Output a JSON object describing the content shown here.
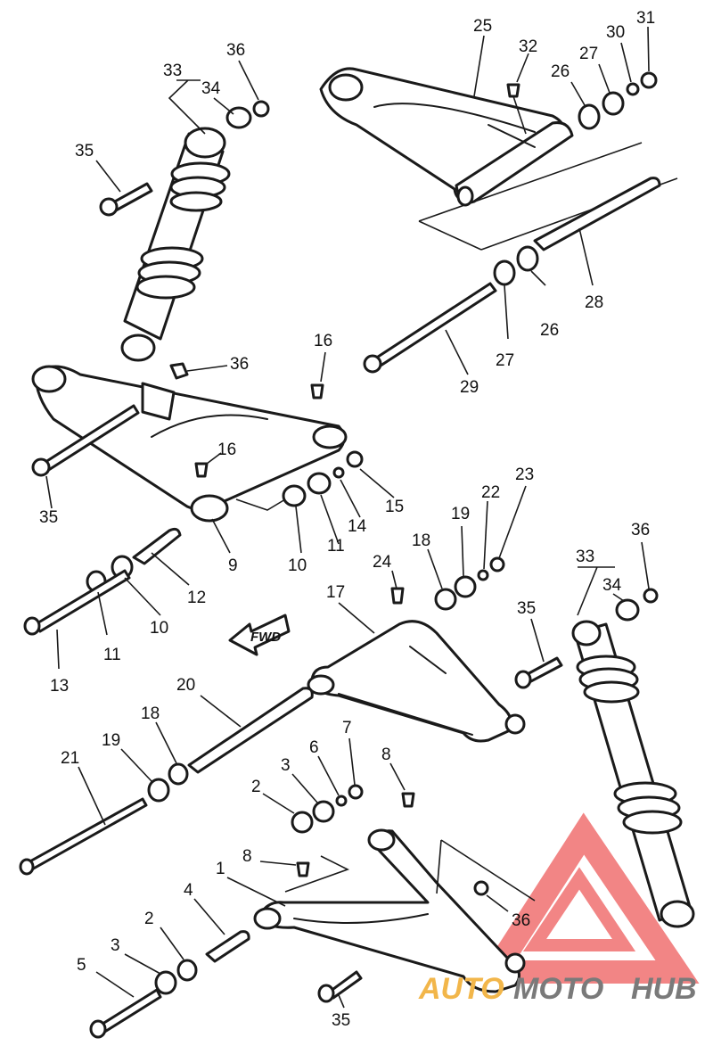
{
  "diagram": {
    "callouts": {
      "c1": "1",
      "c2a": "2",
      "c2b": "2",
      "c3a": "3",
      "c3b": "3",
      "c4": "4",
      "c5": "5",
      "c6": "6",
      "c7": "7",
      "c8a": "8",
      "c8b": "8",
      "c9": "9",
      "c10a": "10",
      "c10b": "10",
      "c11a": "11",
      "c11b": "11",
      "c12": "12",
      "c13": "13",
      "c14": "14",
      "c15": "15",
      "c16a": "16",
      "c16b": "16",
      "c17": "17",
      "c18a": "18",
      "c18b": "18",
      "c19a": "19",
      "c19b": "19",
      "c20": "20",
      "c21": "21",
      "c22": "22",
      "c23": "23",
      "c24": "24",
      "c25": "25",
      "c26a": "26",
      "c26b": "26",
      "c27a": "27",
      "c27b": "27",
      "c28": "28",
      "c29": "29",
      "c30": "30",
      "c31": "31",
      "c32": "32",
      "c33a": "33",
      "c33b": "33",
      "c34a": "34",
      "c34b": "34",
      "c35a": "35",
      "c35b": "35",
      "c35c": "35",
      "c35d": "35",
      "c36a": "36",
      "c36b": "36",
      "c36c": "36",
      "c36d": "36"
    },
    "direction_label": "FWD"
  },
  "watermark": {
    "word_1": "AUTO",
    "word_2": "MOTO",
    "word_3": "HUB",
    "colors": {
      "auto": "#f2b64a",
      "moto": "#7a7a7a",
      "triangle": "#f07070"
    }
  }
}
